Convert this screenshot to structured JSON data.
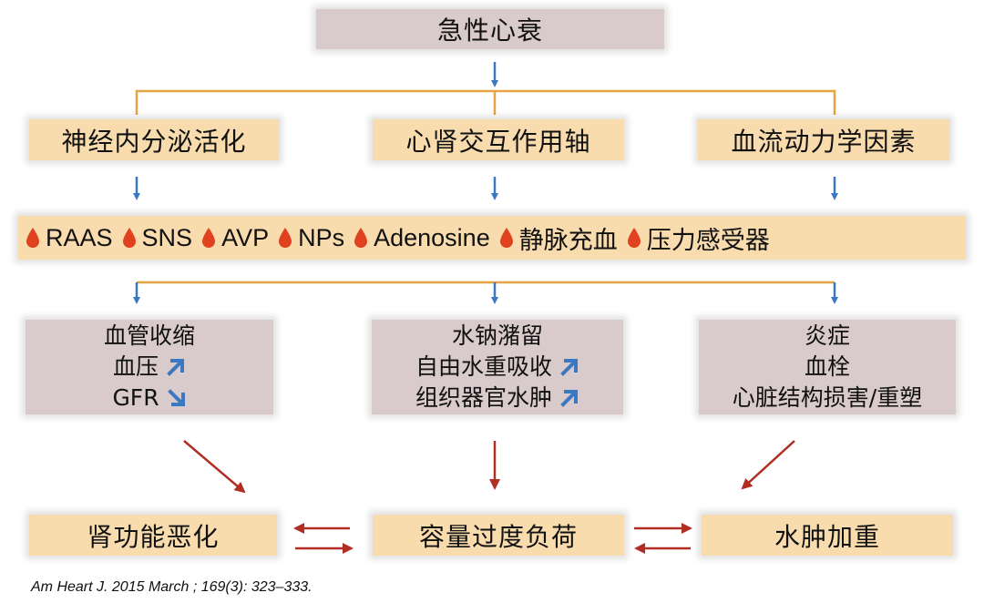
{
  "top": {
    "title": "急性心衰"
  },
  "mechanisms": [
    {
      "label": "神经内分泌活化"
    },
    {
      "label": "心肾交互作用轴"
    },
    {
      "label": "血流动力学因素"
    }
  ],
  "factors": [
    "RAAS",
    "SNS",
    "AVP",
    "NPs",
    "Adenosine",
    "静脉充血",
    "压力感受器"
  ],
  "effects": [
    {
      "lines": [
        {
          "text": "血管收缩",
          "arrow": ""
        },
        {
          "text": "血压",
          "arrow": "up"
        },
        {
          "text": "GFR",
          "arrow": "down"
        }
      ]
    },
    {
      "lines": [
        {
          "text": "水钠潴留",
          "arrow": ""
        },
        {
          "text": "自由水重吸收",
          "arrow": "up"
        },
        {
          "text": "组织器官水肿",
          "arrow": "up"
        }
      ]
    },
    {
      "lines": [
        {
          "text": "炎症",
          "arrow": ""
        },
        {
          "text": "血栓",
          "arrow": ""
        },
        {
          "text": "心脏结构损害/重塑",
          "arrow": ""
        }
      ]
    }
  ],
  "outcomes": [
    {
      "label": "肾功能恶化"
    },
    {
      "label": "容量过度负荷"
    },
    {
      "label": "水肿加重"
    }
  ],
  "citation": "Am Heart J. 2015 March ; 169(3): 323–333.",
  "colors": {
    "tan": "#f8dcae",
    "grey": "#d9cacc",
    "blue_arrow": "#3b78c2",
    "red_arrow": "#b02e23",
    "connector": "#e6a444",
    "drop": "#e0411e"
  }
}
